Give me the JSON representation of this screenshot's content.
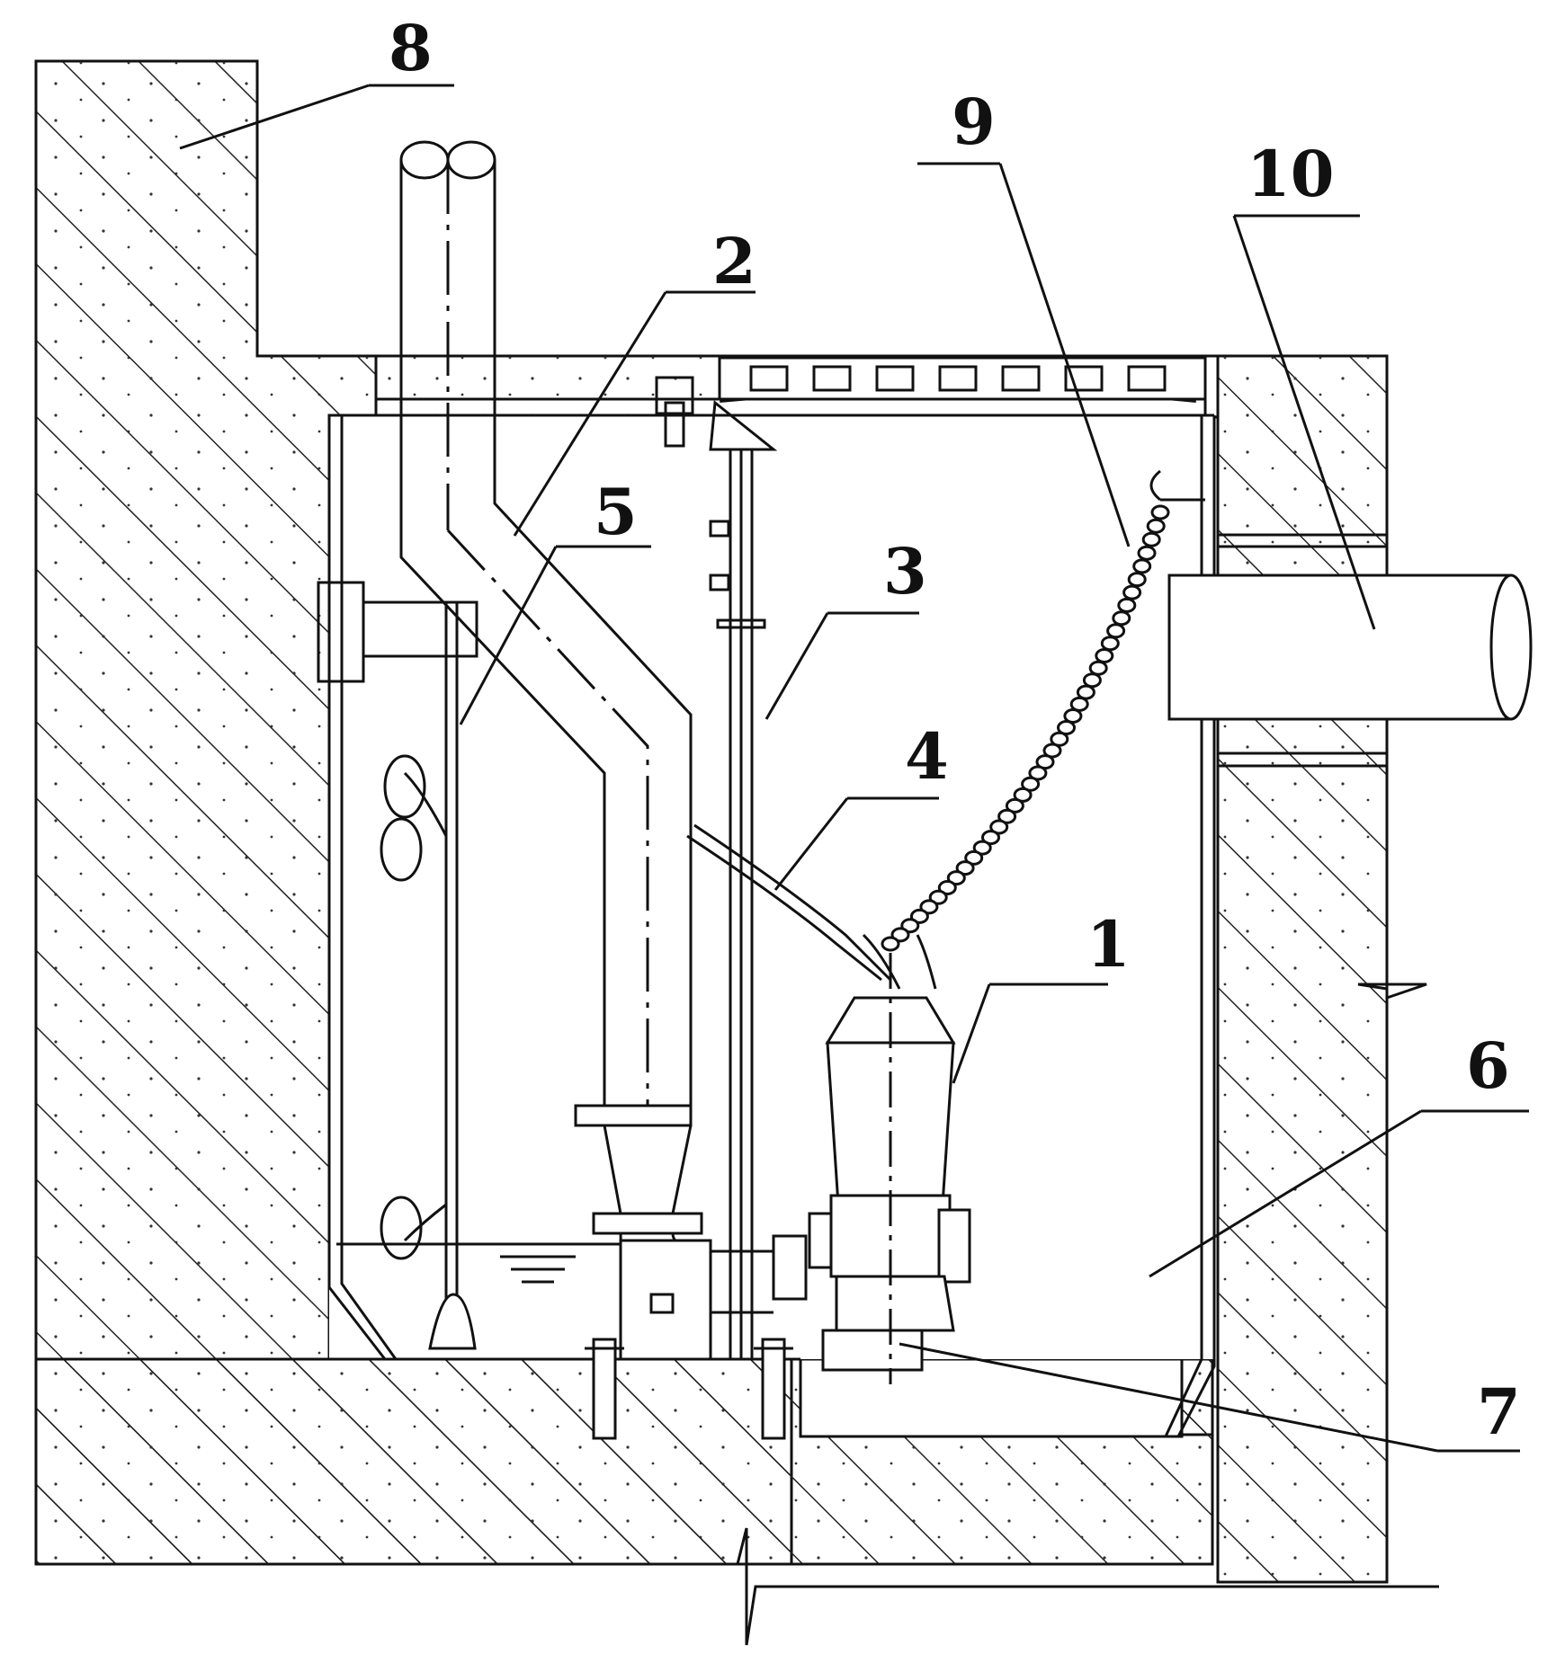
{
  "figure": {
    "callouts": [
      {
        "id": "1",
        "label": "1"
      },
      {
        "id": "2",
        "label": "2"
      },
      {
        "id": "3",
        "label": "3"
      },
      {
        "id": "4",
        "label": "4"
      },
      {
        "id": "5",
        "label": "5"
      },
      {
        "id": "6",
        "label": "6"
      },
      {
        "id": "7",
        "label": "7"
      },
      {
        "id": "8",
        "label": "8"
      },
      {
        "id": "9",
        "label": "9"
      },
      {
        "id": "10",
        "label": "10"
      }
    ]
  },
  "colors": {
    "ink": "#111111",
    "paper": "#ffffff"
  }
}
